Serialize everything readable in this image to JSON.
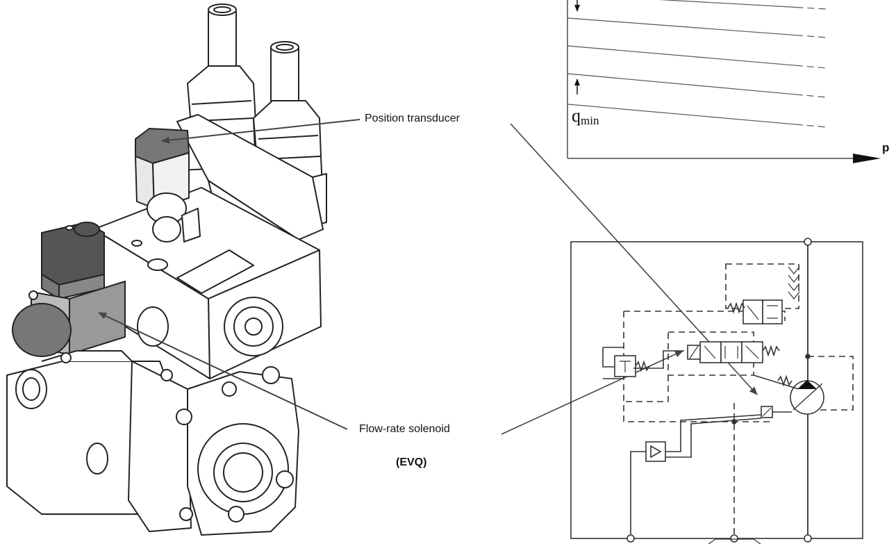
{
  "labels": {
    "position_transducer": "Position transducer",
    "flow_rate_solenoid": "Flow-rate solenoid",
    "evq": "(EVQ)"
  },
  "chart": {
    "y_label_main": "q",
    "y_label_sub": "min",
    "x_label": "p"
  }
}
